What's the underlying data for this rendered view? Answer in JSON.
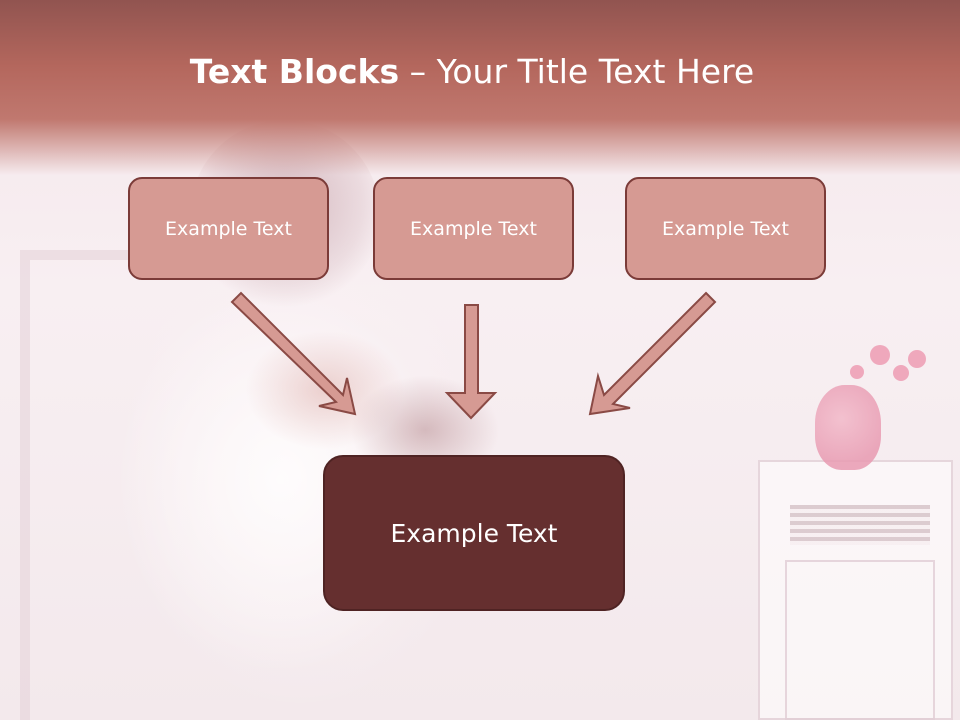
{
  "slide": {
    "title_bold": "Text Blocks",
    "title_dash": " – ",
    "title_rest": "Your Title Text Here"
  },
  "blocks": {
    "left": "Example Text",
    "center": "Example Text",
    "right": "Example Text",
    "main": "Example Text"
  },
  "colors": {
    "title_bar": "#b4675d",
    "block_fill": "#d69a93",
    "block_border": "#7b3b38",
    "main_fill": "#652f2f",
    "arrow_fill": "#d69a93"
  }
}
